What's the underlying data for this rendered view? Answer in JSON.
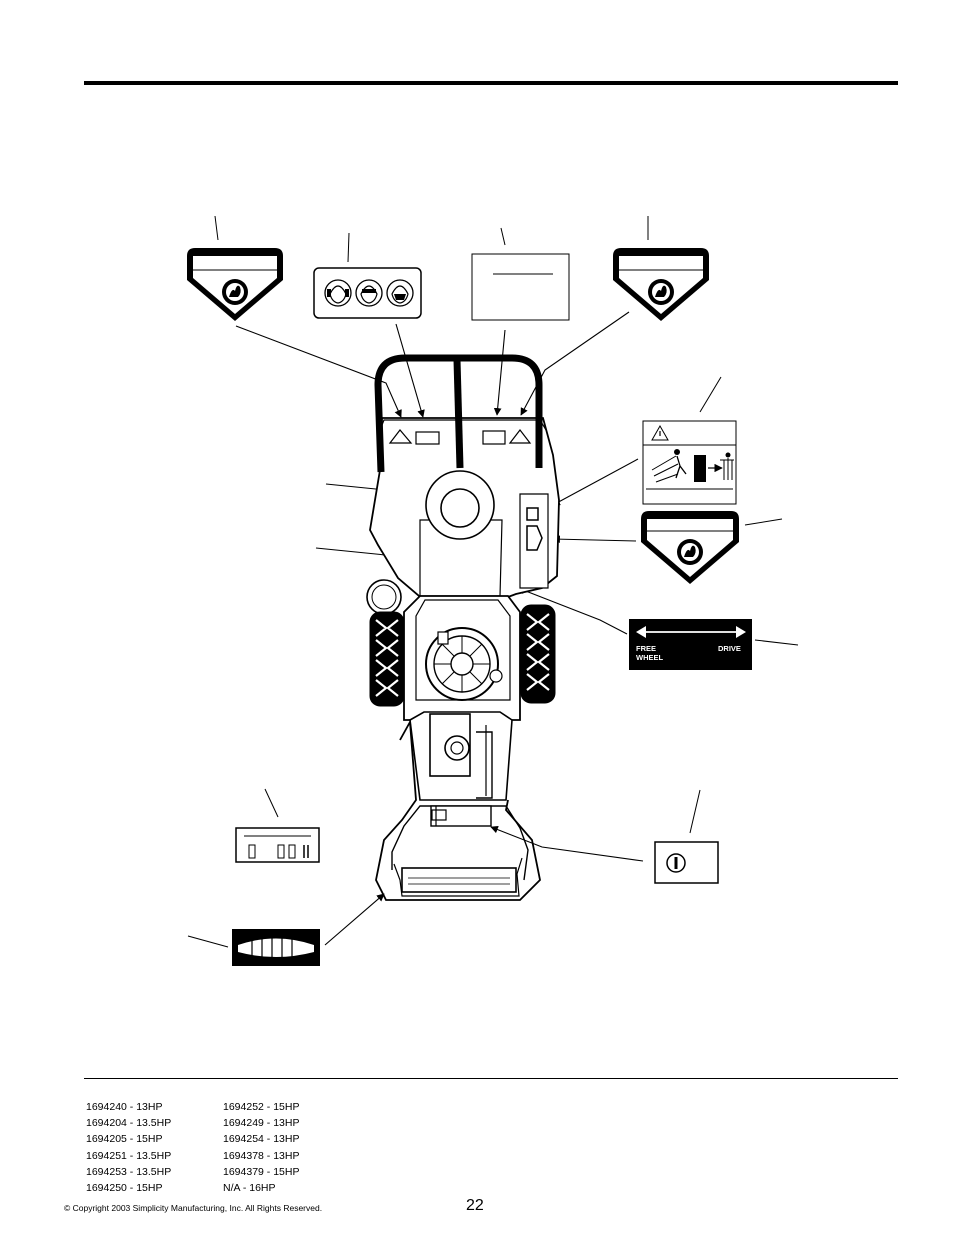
{
  "page": {
    "page_number": "22",
    "copyright": "© Copyright 2003 Simplicity Manufacturing, Inc. All Rights Reserved."
  },
  "decals": {
    "free_wheel_drive": {
      "left_label_line1": "FREE",
      "left_label_line2": "WHEEL",
      "right_label": "DRIVE"
    }
  },
  "models": {
    "column1": [
      "1694240 - 13HP",
      "1694204 - 13.5HP",
      "1694205 - 15HP",
      "1694251 - 13.5HP",
      "1694253 - 13.5HP",
      "1694250 - 15HP"
    ],
    "column2": [
      "1694252 - 15HP",
      "1694249 - 13HP",
      "1694254 - 13HP",
      "1694378 - 13HP",
      "1694379 - 15HP",
      "N/A - 16HP"
    ]
  }
}
